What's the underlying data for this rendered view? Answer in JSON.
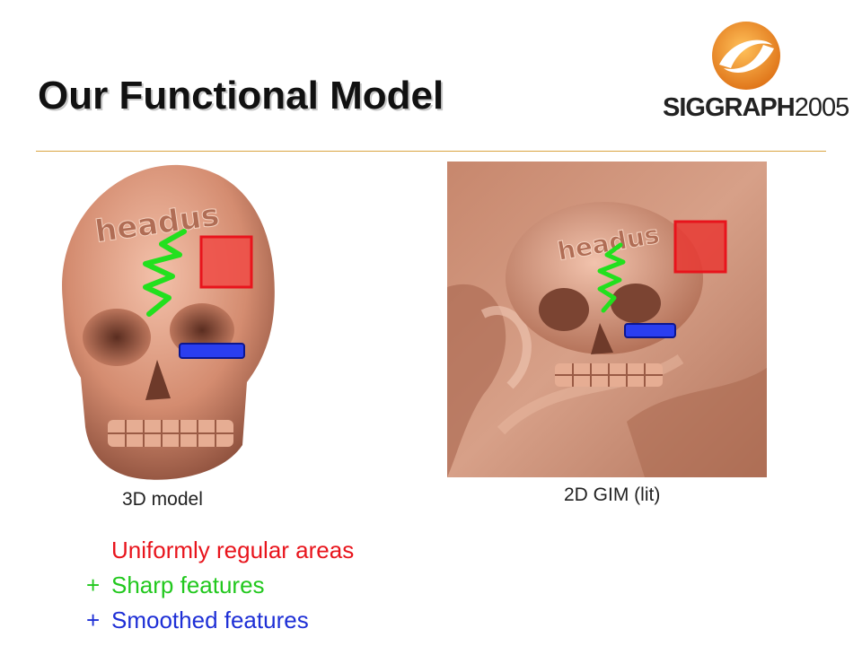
{
  "slide": {
    "title": "Our Functional Model"
  },
  "logo": {
    "brand": "SIGGRAPH",
    "year": "2005",
    "colors": {
      "swirl": "#f08a1c",
      "text": "#222222"
    }
  },
  "left_panel": {
    "engraved_text": "headus",
    "caption": "3D model"
  },
  "right_panel": {
    "engraved_text": "headus",
    "caption": "2D GIM (lit)"
  },
  "legend": [
    {
      "prefix": "",
      "text": "Uniformly regular areas",
      "color": "#e8141c"
    },
    {
      "prefix": "+",
      "text": "Sharp features",
      "color": "#22c81e"
    },
    {
      "prefix": "+",
      "text": "Smoothed features",
      "color": "#1e2fd6"
    }
  ],
  "colors": {
    "regular_marker": "#e8141c",
    "sharp_marker": "#22e01e",
    "smooth_marker": "#1e2fd6",
    "skull": "#d9967c"
  }
}
